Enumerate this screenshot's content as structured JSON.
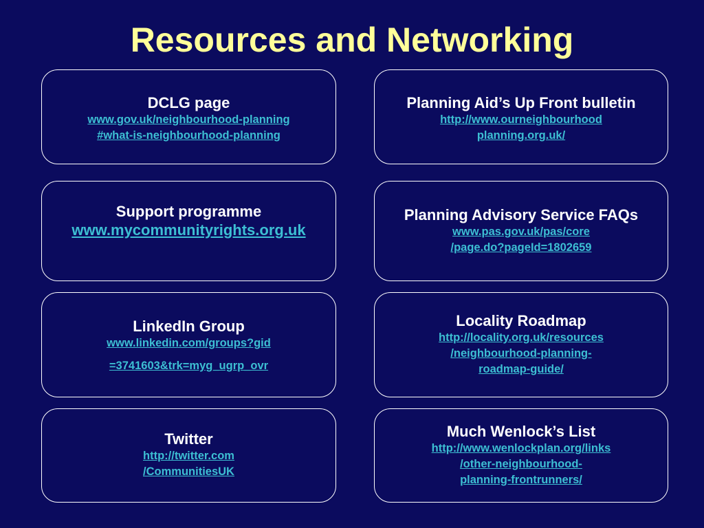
{
  "title": "Resources and Networking",
  "cards": [
    {
      "heading": "DCLG page",
      "links": [
        "www.gov.uk/neighbourhood-planning",
        "#what-is-neighbourhood-planning"
      ]
    },
    {
      "heading": "Planning Aid’s Up Front bulletin",
      "links": [
        "http://www.ourneighbourhood",
        "planning.org.uk/"
      ]
    },
    {
      "heading": "Support programme",
      "links": [
        "www.mycommunityrights.org.uk"
      ]
    },
    {
      "heading": "Planning Advisory Service FAQs",
      "links": [
        "www.pas.gov.uk/pas/core",
        "/page.do?pageId=1802659"
      ]
    },
    {
      "heading": "LinkedIn Group",
      "links": [
        "www.linkedin.com/groups?gid",
        "=3741603&trk=myg_ugrp_ovr"
      ]
    },
    {
      "heading": "Locality Roadmap",
      "links": [
        "http://locality.org.uk/resources",
        "/neighbourhood-planning-",
        "roadmap-guide/"
      ]
    },
    {
      "heading": "Twitter",
      "links": [
        "http://twitter.com",
        "/CommunitiesUK"
      ]
    },
    {
      "heading": "Much Wenlock’s List",
      "links": [
        "http://www.wenlockplan.org/links",
        "/other-neighbourhood-",
        "planning-frontrunners/"
      ]
    }
  ]
}
